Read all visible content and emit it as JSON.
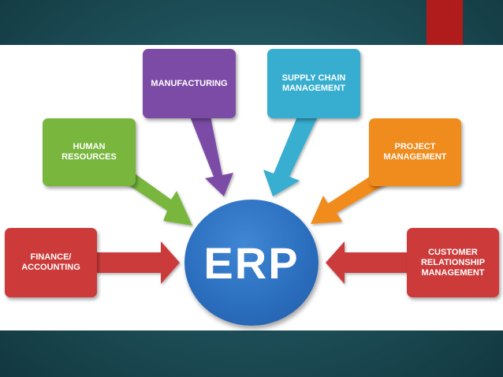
{
  "hub": {
    "label": "ERP",
    "color": "#2a6dbd"
  },
  "nodes": [
    {
      "id": "manufacturing",
      "label": "MANUFACTURING",
      "color": "#7c4ba6"
    },
    {
      "id": "supply-chain",
      "label": "SUPPLY CHAIN\nMANAGEMENT",
      "color": "#37aed0"
    },
    {
      "id": "human-resources",
      "label": "HUMAN\nRESOURCES",
      "color": "#78b63d"
    },
    {
      "id": "project-management",
      "label": "PROJECT\nMANAGEMENT",
      "color": "#f08b1d"
    },
    {
      "id": "finance",
      "label": "FINANCE/\nACCOUNTING",
      "color": "#cc3a3a"
    },
    {
      "id": "crm",
      "label": "CUSTOMER\nRELATIONSHIP\nMANAGEMENT",
      "color": "#cc3a3a"
    }
  ],
  "colors": {
    "accent_bar": "#b01c1c",
    "background": "#1d4e57",
    "panel": "#ffffff"
  }
}
